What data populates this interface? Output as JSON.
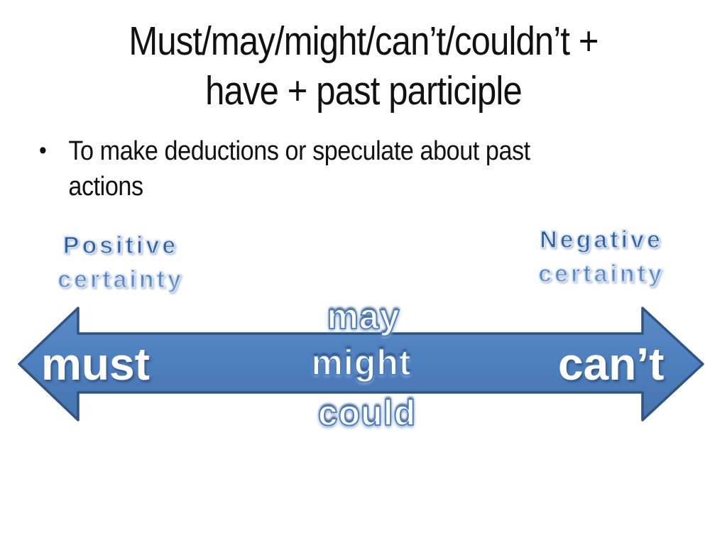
{
  "slide": {
    "title_line1": "Must/may/might/can’t/couldn’t +",
    "title_line2": "have + past participle",
    "bullet": {
      "marker": "•",
      "text": "To make deductions or speculate about past actions"
    },
    "scale_diagram": {
      "left_label_line1": "Positive",
      "left_label_line2": "certainty",
      "right_label_line1": "Negative",
      "right_label_line2": "certainty",
      "left_end_word": "must",
      "right_end_word": "can’t",
      "middle_words": [
        "may",
        "might",
        "could"
      ]
    },
    "colors": {
      "background": "#ffffff",
      "title_text": "#111111",
      "arrow_fill": "#4d7fbe",
      "arrow_border": "#2e547f",
      "wordart_blue": "#3a6bad",
      "wordart_outline": "#dce8f7",
      "arrow_word_text": "#ffffff"
    }
  }
}
